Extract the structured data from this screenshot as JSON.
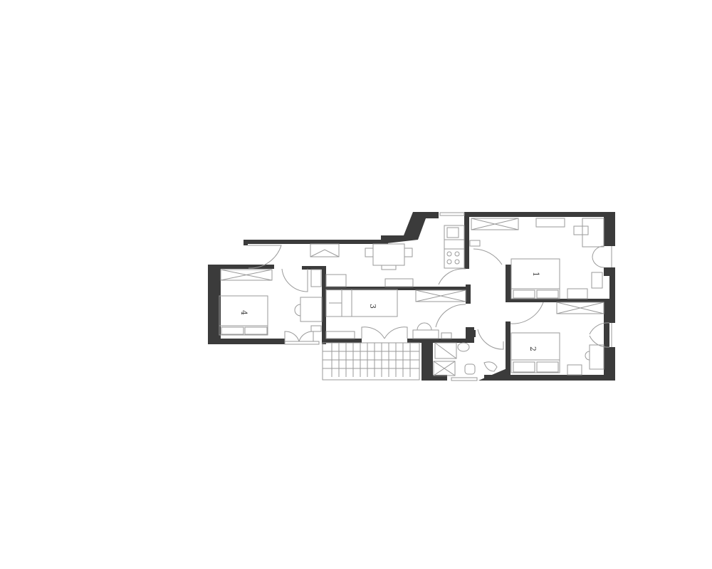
{
  "diagram": {
    "type": "floor-plan",
    "background": "#ffffff",
    "wall_color": "#3b3b3b",
    "line_color": "#9a9a9a",
    "rooms": [
      {
        "id": "1",
        "label": "1",
        "kind": "bedroom"
      },
      {
        "id": "2",
        "label": "2",
        "kind": "bedroom"
      },
      {
        "id": "3",
        "label": "3",
        "kind": "bedroom"
      },
      {
        "id": "4",
        "label": "4",
        "kind": "bedroom"
      }
    ],
    "other_spaces": [
      "living-dining",
      "kitchen",
      "hallway",
      "bathroom",
      "balcony"
    ]
  }
}
